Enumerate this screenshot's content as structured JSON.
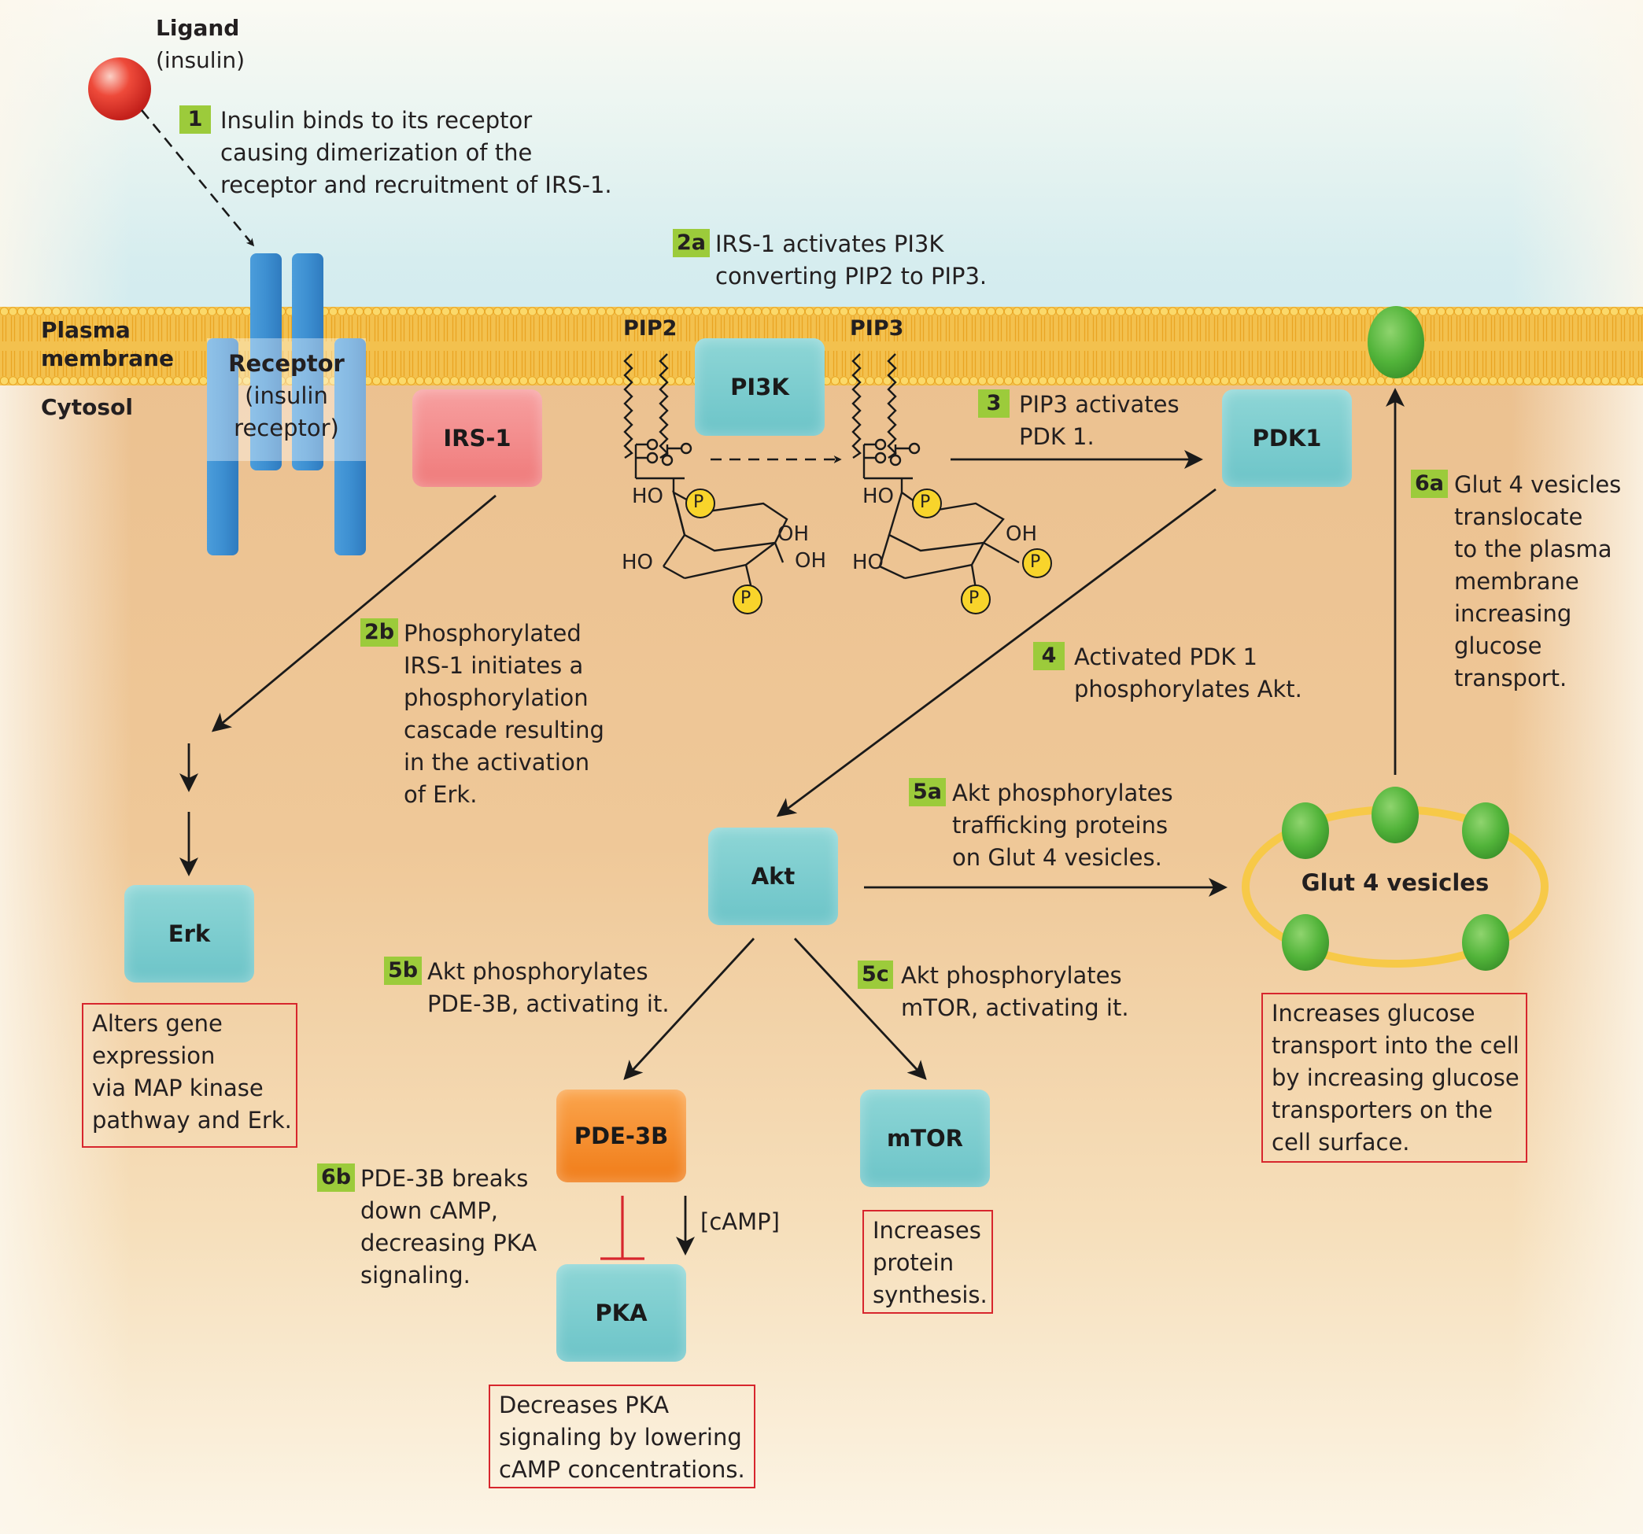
{
  "regions": {
    "ligand_title": "Ligand",
    "ligand_sub": "(insulin)",
    "plasma": "Plasma",
    "membrane": "membrane",
    "cytosol": "Cytosol"
  },
  "receptor": {
    "line1": "Receptor",
    "line2": "(insulin",
    "line3": "receptor)"
  },
  "nodes": {
    "irs1": "IRS-1",
    "pi3k": "PI3K",
    "pdk1": "PDK1",
    "erk": "Erk",
    "akt": "Akt",
    "pde3b": "PDE-3B",
    "pka": "PKA",
    "mtor": "mTOR",
    "glut4": "Glut 4 vesicles"
  },
  "lipids": {
    "pip2": "PIP2",
    "pip3": "PIP3",
    "ho": "HO",
    "oh": "OH",
    "p": "P"
  },
  "steps": {
    "s1": {
      "num": "1",
      "text": "Insulin binds to its receptor\ncausing dimerization of the\nreceptor and recruitment of IRS-1."
    },
    "s2a": {
      "num": "2a",
      "text": "IRS-1 activates PI3K\nconverting PIP2 to PIP3."
    },
    "s2b": {
      "num": "2b",
      "text": "Phosphorylated\nIRS-1 initiates a\nphosphorylation\ncascade resulting\nin the activation\nof Erk."
    },
    "s3": {
      "num": "3",
      "text": "PIP3 activates\nPDK 1."
    },
    "s4": {
      "num": "4",
      "text": "Activated PDK 1\nphosphorylates Akt."
    },
    "s5a": {
      "num": "5a",
      "text": "Akt phosphorylates\ntrafficking proteins\non Glut 4 vesicles."
    },
    "s5b": {
      "num": "5b",
      "text": "Akt phosphorylates\nPDE-3B, activating it."
    },
    "s5c": {
      "num": "5c",
      "text": "Akt phosphorylates\nmTOR, activating it."
    },
    "s6a": {
      "num": "6a",
      "text": "Glut 4 vesicles\ntranslocate\nto the plasma\nmembrane\nincreasing\nglucose\ntransport."
    },
    "s6b": {
      "num": "6b",
      "text": "PDE-3B breaks\ndown cAMP,\ndecreasing PKA\nsignaling."
    }
  },
  "camp_label": "[cAMP]",
  "outcomes": {
    "erk": "Alters gene\nexpression\nvia MAP kinase\npathway and Erk.",
    "glut4": "Increases glucose\ntransport into the cell\nby increasing glucose\ntransporters on the\ncell surface.",
    "mtor": "Increases\nprotein\nsynthesis.",
    "pka": "Decreases PKA\nsignaling by lowering\ncAMP concentrations."
  },
  "colors": {
    "extracellular": "#d7eef0",
    "cytosol": "#ebc08f",
    "membrane": "#f6c54a",
    "teal_node": "#7fcccf",
    "irs1_node": "#f08383",
    "pde3b_node": "#f58a25",
    "step_badge": "#9ccb3b",
    "outcome_border": "#d7262d",
    "receptor": "#3c8fd0",
    "glut4_green": "#4cae3b",
    "vesicle_ring": "#f7c948",
    "phosphate": "#f8d42b",
    "ligand": "#e0322b",
    "inhibition": "#d7262d"
  }
}
